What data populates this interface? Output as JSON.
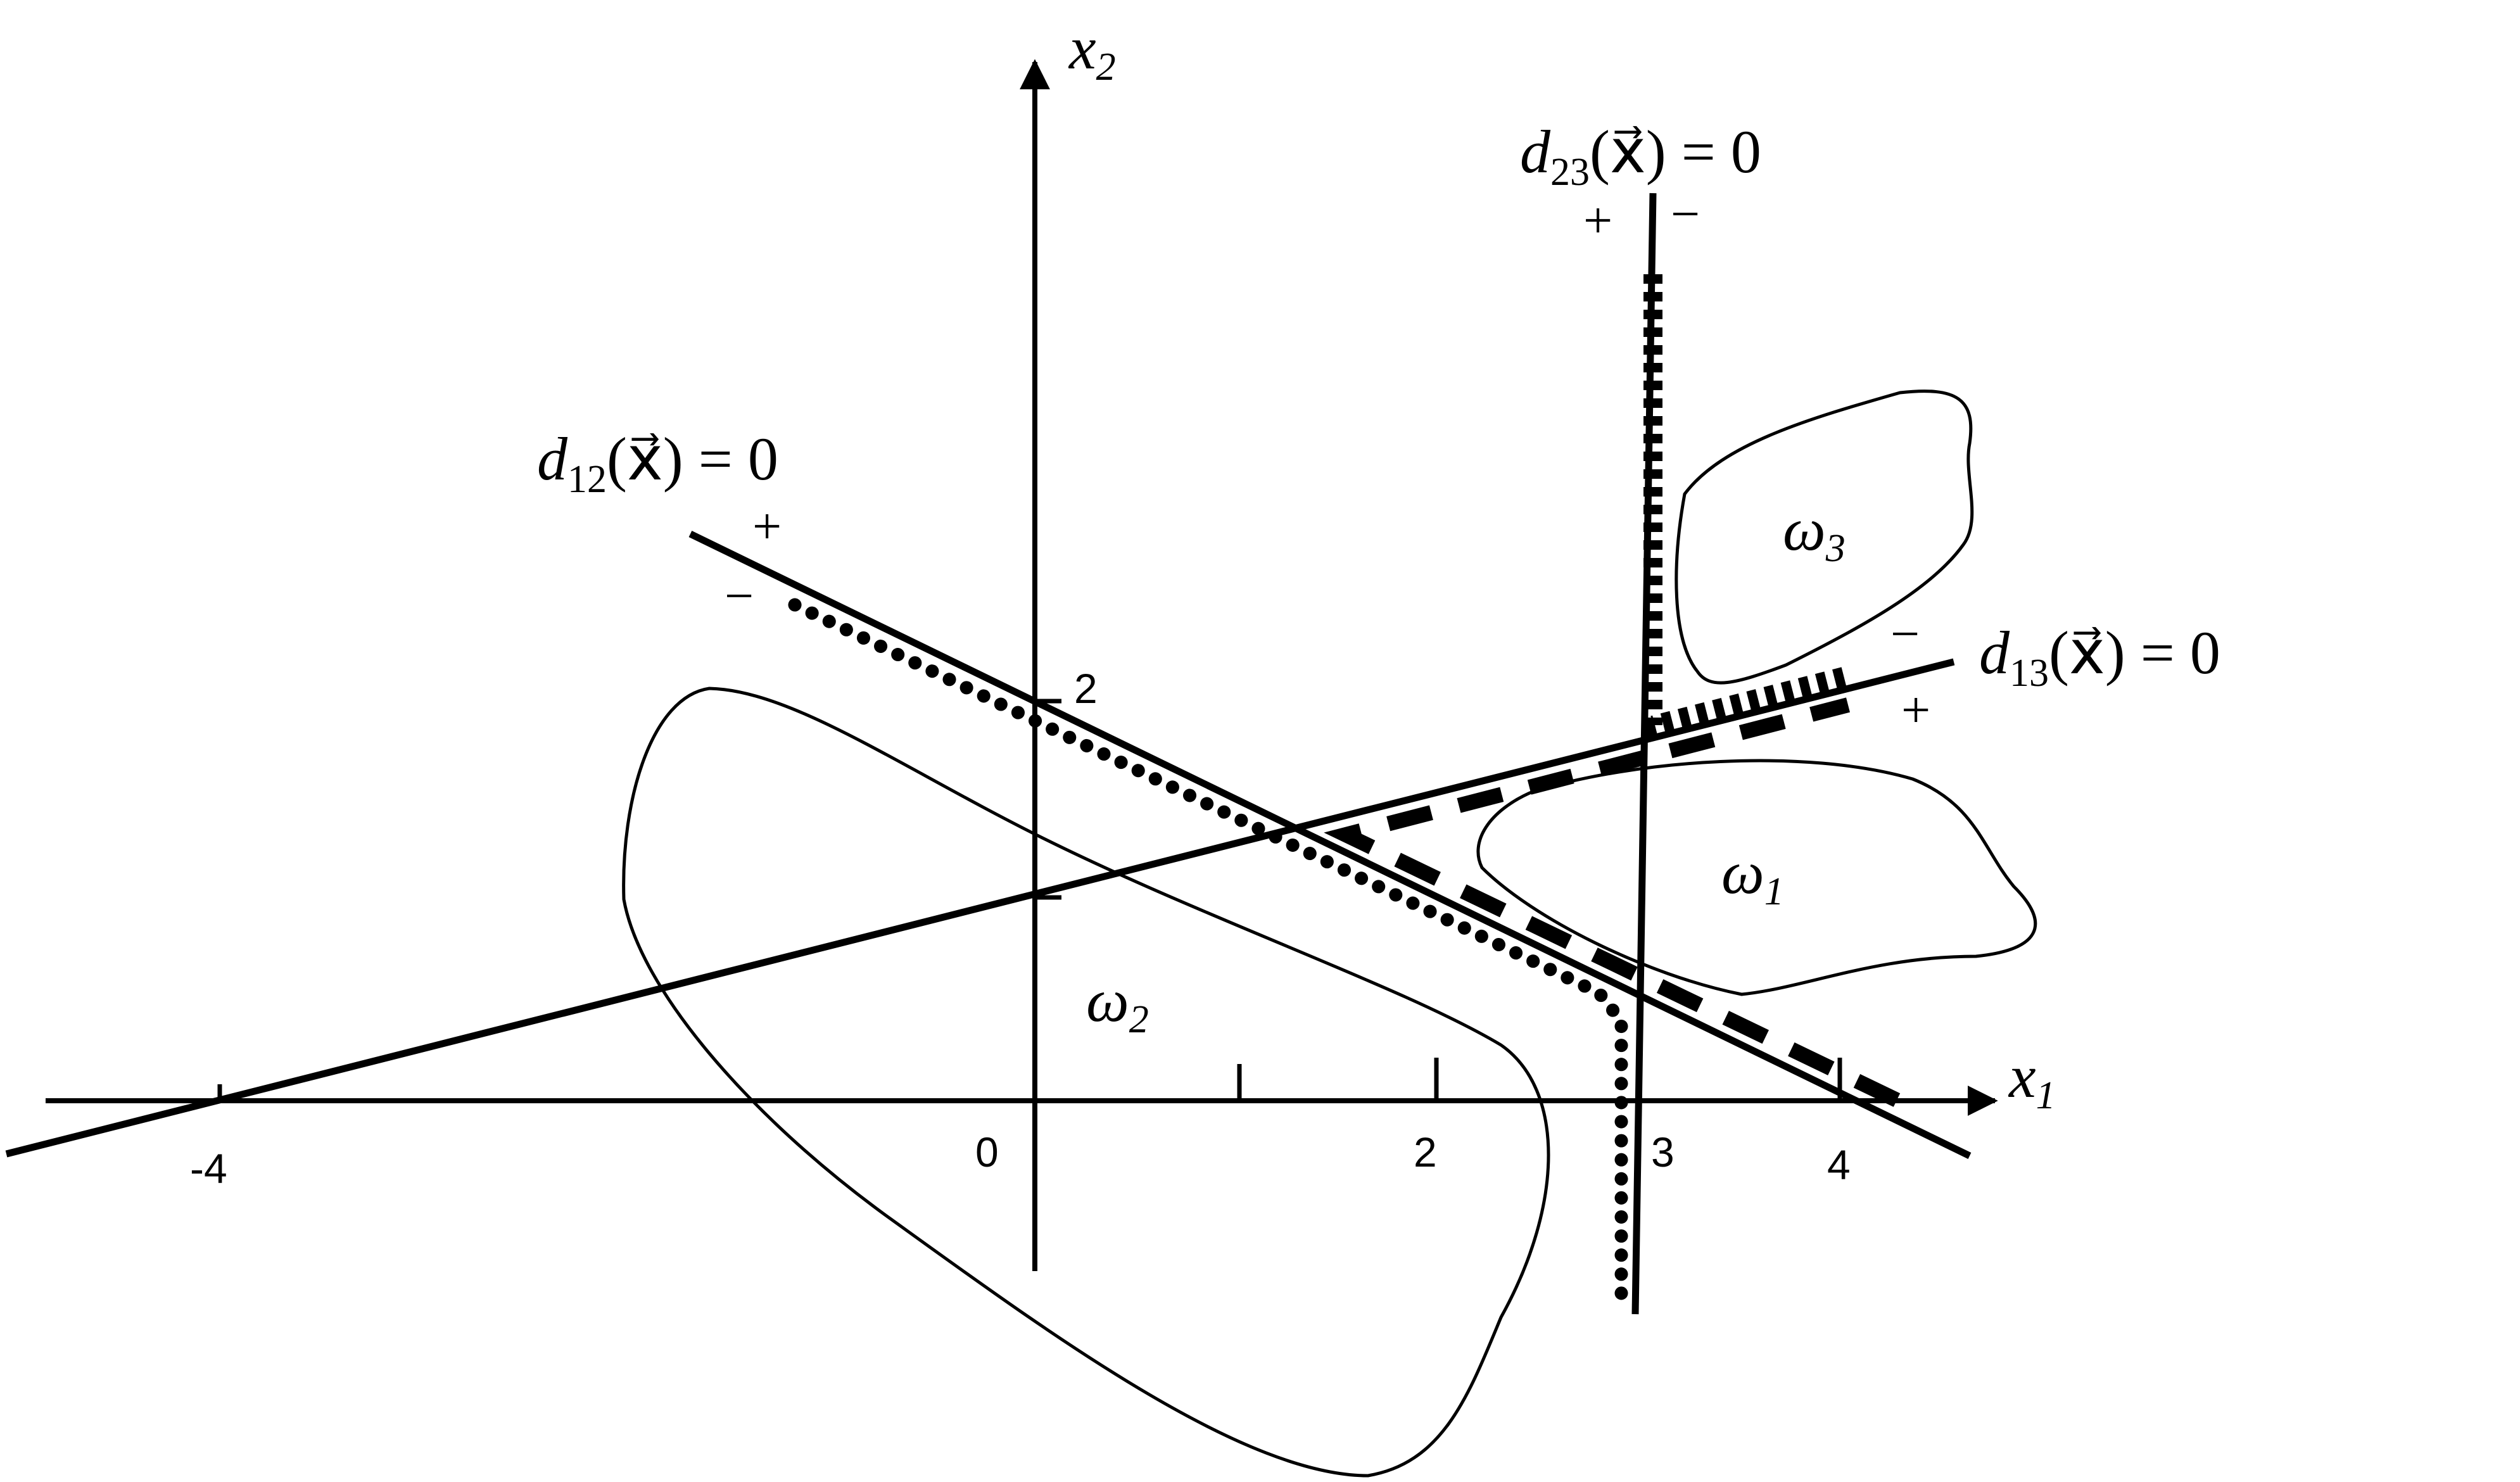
{
  "axes": {
    "x_label": "x",
    "x_subscript": "1",
    "y_label": "x",
    "y_subscript": "2",
    "x_ticks": [
      "-4",
      "0",
      "2",
      "3",
      "4"
    ],
    "y_ticks": [
      "2"
    ]
  },
  "boundaries": {
    "d12": {
      "fn": "d",
      "sub": "12",
      "arg": "(x⃗) = 0",
      "plus": "+",
      "minus": "−"
    },
    "d13": {
      "fn": "d",
      "sub": "13",
      "arg": "(x⃗) = 0",
      "plus": "+",
      "minus": "−"
    },
    "d23": {
      "fn": "d",
      "sub": "23",
      "arg": "(x⃗) = 0",
      "plus": "+",
      "minus": "−"
    }
  },
  "classes": {
    "w1": {
      "sym": "ω",
      "sub": "1"
    },
    "w2": {
      "sym": "ω",
      "sub": "2"
    },
    "w3": {
      "sym": "ω",
      "sub": "3"
    }
  }
}
